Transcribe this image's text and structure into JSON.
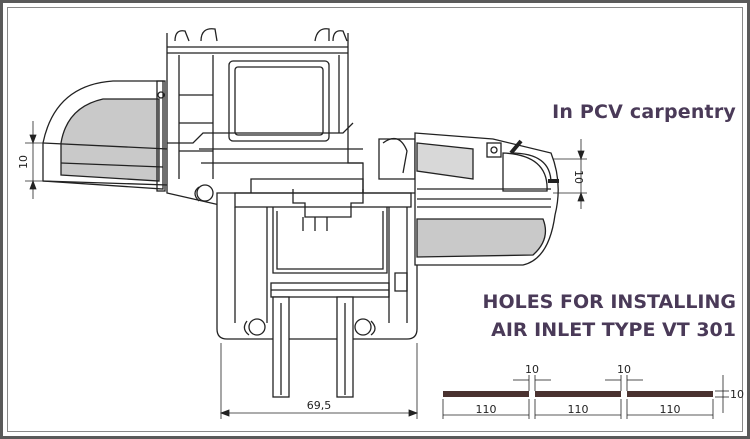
{
  "captions": {
    "pvc_carpentry": "In PCV carpentry",
    "holes_line1": "HOLES FOR INSTALLING",
    "holes_line2": "AIR INLET TYPE VT 301"
  },
  "dimensions": {
    "profile_width": "69,5",
    "left_vent_height": "10",
    "right_vent_height": "10",
    "slot_length_1": "110",
    "slot_length_2": "110",
    "slot_length_3": "110",
    "gap_1": "10",
    "gap_2": "10",
    "slot_height": "10"
  },
  "colors": {
    "frame": "#5a5a5a",
    "caption": "#4a3a58",
    "profile_stroke": "#222222",
    "vent_fill": "#c9c9c9",
    "slot_fill": "#4a3230"
  }
}
